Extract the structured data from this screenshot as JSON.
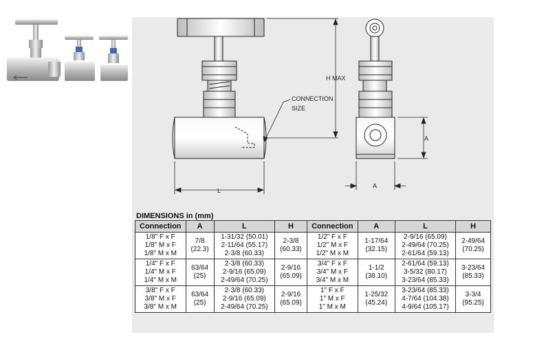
{
  "labels": {
    "h_max": "H MAX",
    "connection_size": [
      "CONNECTION",
      "SIZE"
    ],
    "l": "L",
    "a_side": "A",
    "a_bottom": "A"
  },
  "table": {
    "title": "DIMENSIONS in (mm)",
    "headers": [
      "Connection",
      "A",
      "L",
      "H",
      "Connection",
      "A",
      "L",
      "H"
    ],
    "rows": [
      {
        "conn1": [
          "1/8\" F x F",
          "1/8\" M x F",
          "1/8\" M x M"
        ],
        "a1": [
          "7/8",
          "(22.3)"
        ],
        "l1": [
          "1-31/32 (50.01)",
          "2-11/64 (55.17)",
          "2-3/8 (60.33)"
        ],
        "h1": [
          "2-3/8",
          "(60.33)"
        ],
        "conn2": [
          "1/2\" F x F",
          "1/2\" M x F",
          "1/2\" M x M"
        ],
        "a2": [
          "1-17/64",
          "(32.15)"
        ],
        "l2": [
          "2-9/16 (65.09)",
          "2-49/64 (70.25)",
          "2-61/64 (59.13)"
        ],
        "h2": [
          "2-49/64",
          "(70.25)"
        ]
      },
      {
        "conn1": [
          "1/4\" F x F",
          "1/4\" M x F",
          "1/4\" M x M"
        ],
        "a1": [
          "63/64",
          "(25)"
        ],
        "l1": [
          "2-3/8 (60.33)",
          "2-9/16 (65.09)",
          "2-49/64 (70.25)"
        ],
        "h1": [
          "2-9/16",
          "(65.09)"
        ],
        "conn2": [
          "3/4\" F x F",
          "3/4\" M x F",
          "3/4\" M x M"
        ],
        "a2": [
          "1-1/2",
          "(38.10)"
        ],
        "l2": [
          "2-61/64 (59.13)",
          "3-5/32 (80.17)",
          "3-23/64 (85.33)"
        ],
        "h2": [
          "3-23/64",
          "(85.33)"
        ]
      },
      {
        "conn1": [
          "3/8\" F x F",
          "3/8\" M x F",
          "3/8\" M x M"
        ],
        "a1": [
          "63/64",
          "(25)"
        ],
        "l1": [
          "2-3/8 (60.33)",
          "2-9/16 (65.09)",
          "2-49/64 (70.25)"
        ],
        "h1": [
          "2-9/16",
          "(65.09)"
        ],
        "conn2": [
          "1\" F x F",
          "1\" M x F",
          "1\" M x M"
        ],
        "a2": [
          "1-25/32",
          "(45.24)"
        ],
        "l2": [
          "3-23/64 (85.33)",
          "4-7/64 (104.38)",
          "4-9/64 (105.17)"
        ],
        "h2": [
          "3-3/4",
          "(95.25)"
        ]
      }
    ]
  }
}
